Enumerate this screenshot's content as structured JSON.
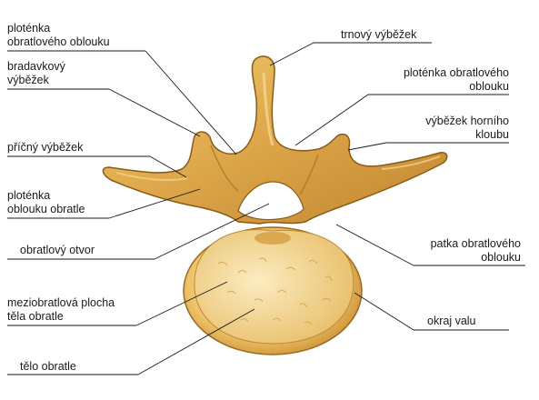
{
  "labels": {
    "lamina_left": [
      "ploténka",
      "obratlového oblouku"
    ],
    "mamillary": [
      "bradavkový",
      "výběžek"
    ],
    "transverse": [
      "příčný výběžek"
    ],
    "lamina_arch": [
      "ploténka",
      "oblouku obratle"
    ],
    "foramen": [
      "obratlový otvor"
    ],
    "endplate": [
      "meziobratlová plocha",
      "těla obratle"
    ],
    "body": [
      "tělo obratle"
    ],
    "spinous": [
      "trnový výběžek"
    ],
    "lamina_right": [
      "ploténka obratlového",
      "oblouku"
    ],
    "superior_articular": [
      "výběžek horního",
      "kloubu"
    ],
    "pedicle": [
      "patka obratlového",
      "oblouku"
    ],
    "rim": [
      "okraj valu"
    ]
  },
  "colors": {
    "bone": "#e6b34f",
    "bone_dark": "#b5802a",
    "bone_light": "#f6dc93",
    "outline": "#8a5a17",
    "leader": "#1a1a1a"
  }
}
